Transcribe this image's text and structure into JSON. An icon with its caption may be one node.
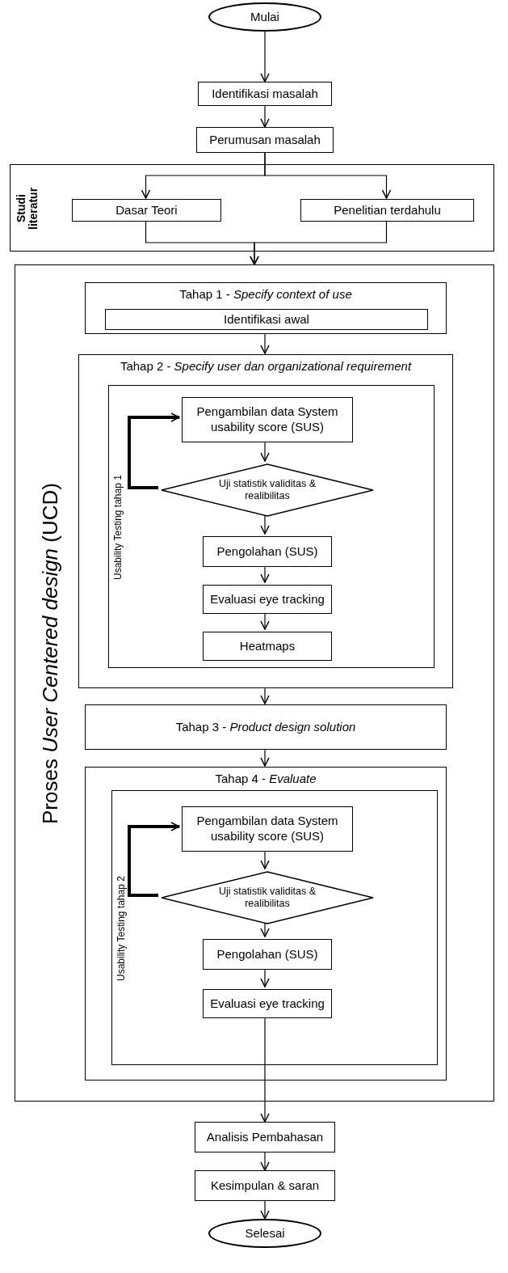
{
  "diagram": {
    "nodes": [
      {
        "text": [
          "Mulai"
        ]
      },
      {
        "text": [
          "Identifikasi masalah"
        ]
      },
      {
        "text": [
          "Perumusan masalah"
        ]
      },
      {
        "text": [
          "Studi literatur"
        ]
      },
      {
        "text": [
          "Dasar Teori"
        ],
        "in": 3
      },
      {
        "text": [
          "Penelitian terdahulu"
        ],
        "in": 3
      },
      {
        "text": [
          "Proses *User Centered design* (UCD)"
        ]
      },
      {
        "text": [
          "Tahap 1 - *Specify context of use*"
        ],
        "in": 6
      },
      {
        "text": [
          "Identifikasi awal"
        ],
        "in": 7
      },
      {
        "text": [
          "Tahap 2 - *Specify user dan organizational requirement*"
        ],
        "in": 6
      },
      {
        "text": [
          "Usability Testing tahap 1"
        ],
        "in": 9
      },
      {
        "text": [
          "Pengambilan data System usability score (SUS)"
        ],
        "in": 10
      },
      {
        "text": [
          "Uji statistik validitas & realibilitas"
        ],
        "in": 10
      },
      {
        "text": [
          "Pengolahan (SUS)"
        ],
        "in": 10
      },
      {
        "text": [
          "Evaluasi eye tracking"
        ],
        "in": 10
      },
      {
        "text": [
          "Heatmaps"
        ],
        "in": 10
      },
      {
        "text": [
          "Tahap 3 - *Product design solution*"
        ],
        "in": 6
      },
      {
        "text": [
          "Tahap 4 - *Evaluate*"
        ],
        "in": 6
      },
      {
        "text": [
          "Usability Testing tahap 2"
        ],
        "in": 17
      },
      {
        "text": [
          "Pengambilan data System usability score (SUS)"
        ],
        "in": 18
      },
      {
        "text": [
          "Uji statistik validitas & realibilitas"
        ],
        "in": 18
      },
      {
        "text": [
          "Pengolahan (SUS)"
        ],
        "in": 18
      },
      {
        "text": [
          "Evaluasi eye tracking"
        ],
        "in": 18
      },
      {
        "text": [
          "Analisis Pembahasan"
        ]
      },
      {
        "text": [
          "Kesimpulan & saran"
        ]
      },
      {
        "text": [
          "Selesai"
        ]
      }
    ],
    "edges": [
      {
        "from": 0,
        "to": 1,
        "arrow": "to"
      },
      {
        "from": 1,
        "to": 2,
        "arrow": "to"
      },
      {
        "from": 2,
        "to": 4,
        "arrow": "to"
      },
      {
        "from": 2,
        "to": 5,
        "arrow": "to"
      },
      {
        "from": 4,
        "to": 6,
        "arrow": "to"
      },
      {
        "from": 5,
        "to": 6,
        "arrow": "to"
      },
      {
        "from": 7,
        "to": 9,
        "arrow": "to"
      },
      {
        "from": 11,
        "to": 12,
        "arrow": "to"
      },
      {
        "from": 12,
        "to": 11,
        "arrow": "to",
        "style": "thick"
      },
      {
        "from": 12,
        "to": 13,
        "arrow": "to"
      },
      {
        "from": 13,
        "to": 14,
        "arrow": "to"
      },
      {
        "from": 14,
        "to": 15,
        "arrow": "to"
      },
      {
        "from": 9,
        "to": 16,
        "arrow": "to"
      },
      {
        "from": 16,
        "to": 17,
        "arrow": "to"
      },
      {
        "from": 19,
        "to": 20,
        "arrow": "to"
      },
      {
        "from": 20,
        "to": 19,
        "arrow": "to",
        "style": "thick"
      },
      {
        "from": 20,
        "to": 21,
        "arrow": "to"
      },
      {
        "from": 21,
        "to": 22,
        "arrow": "to"
      },
      {
        "from": 22,
        "to": 23,
        "arrow": "to"
      },
      {
        "from": 23,
        "to": 24,
        "arrow": "to"
      },
      {
        "from": 24,
        "to": 25,
        "arrow": "to"
      }
    ]
  }
}
